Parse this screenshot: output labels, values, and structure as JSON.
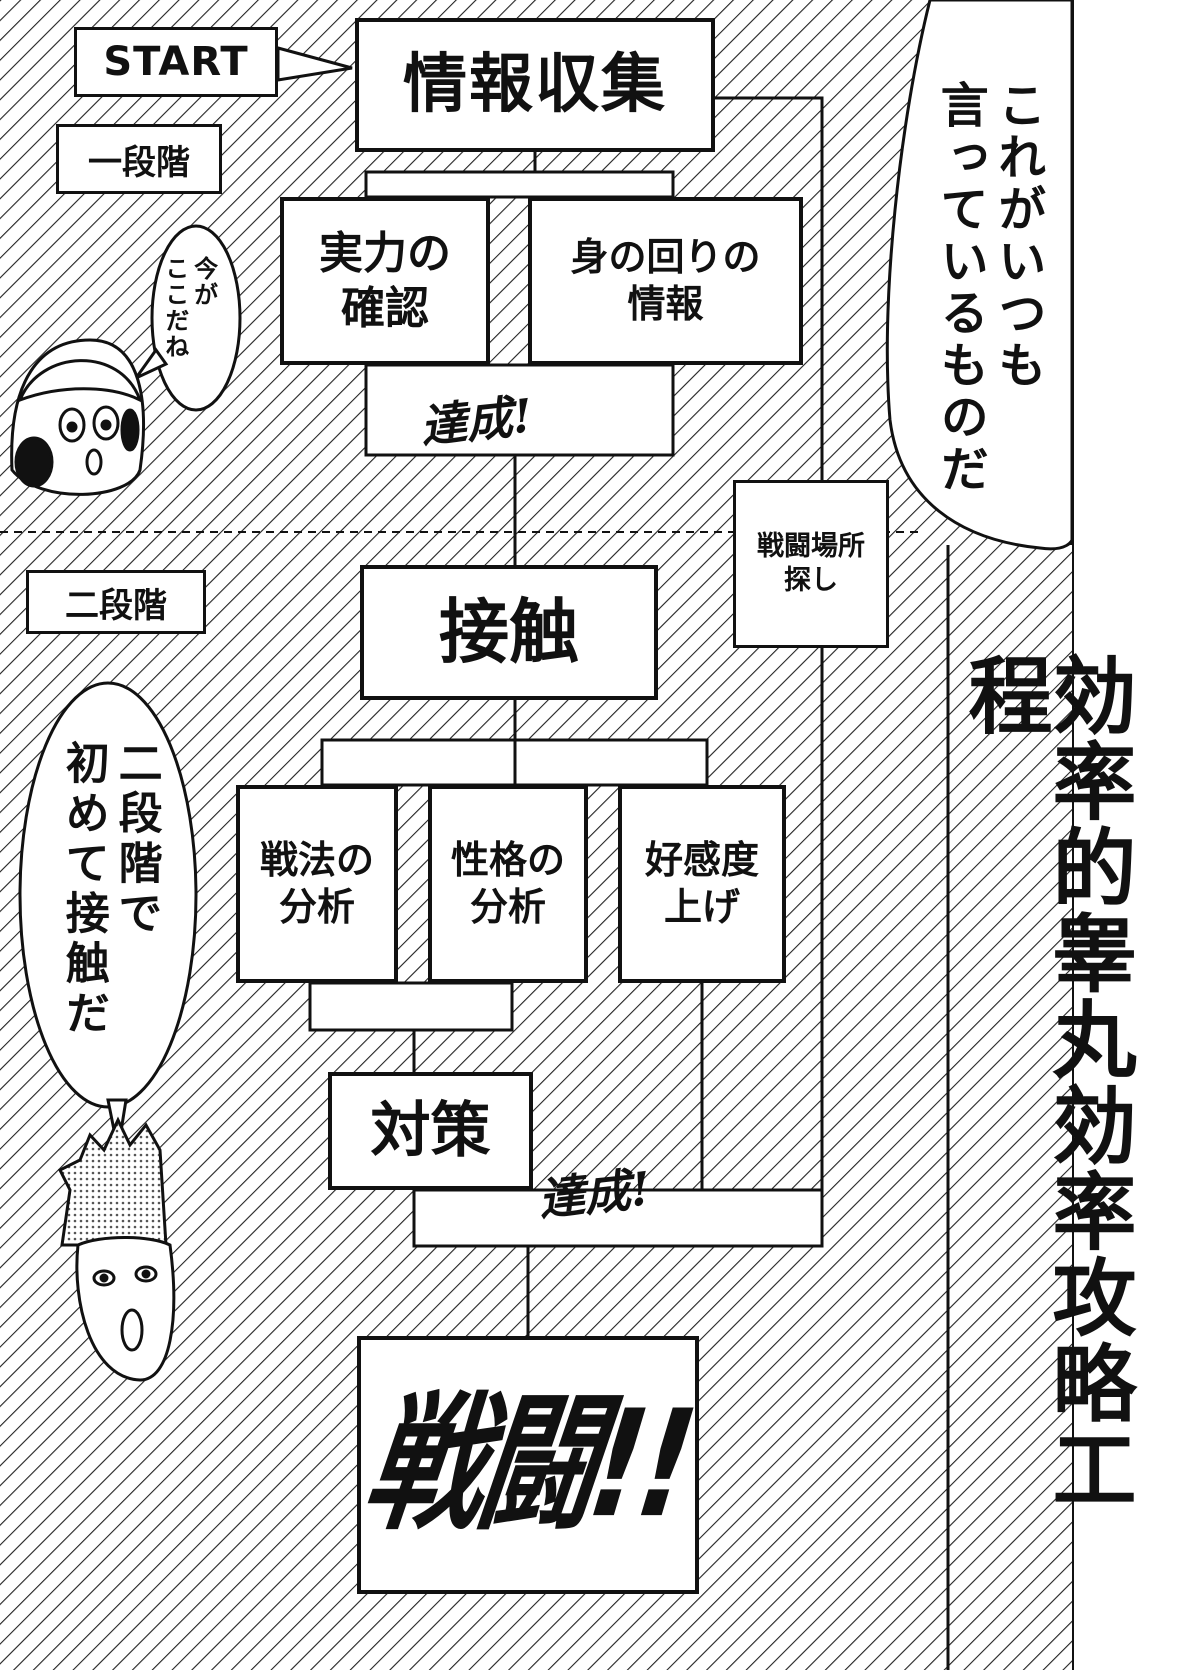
{
  "labels": {
    "start": "START",
    "stage1": "一段階",
    "stage2": "二段階"
  },
  "flow": {
    "info_gathering": "情報収集",
    "check_strength": "実力の\n確認",
    "surroundings_info": "身の回りの\n情報",
    "find_battle_place": "戦闘場所\n探し",
    "contact": "接触",
    "tactics_analysis": "戦法の\n分析",
    "personality_analysis": "性格の\n分析",
    "raise_affection": "好感度\n上げ",
    "countermeasure": "対策",
    "battle": "戦闘!!"
  },
  "scrawls": {
    "achieved_1": "達成!",
    "achieved_2": "達成!"
  },
  "speech": {
    "bubble_right": "これがいつも\n言っているものだ",
    "bubble_small": "今が\nここだね",
    "bubble_left": "二段階で\n初めて接触だ"
  },
  "title": "効率的睾丸効率攻略工程",
  "colors": {
    "ink": "#111111",
    "paper": "#ffffff",
    "tone": "#555555"
  }
}
